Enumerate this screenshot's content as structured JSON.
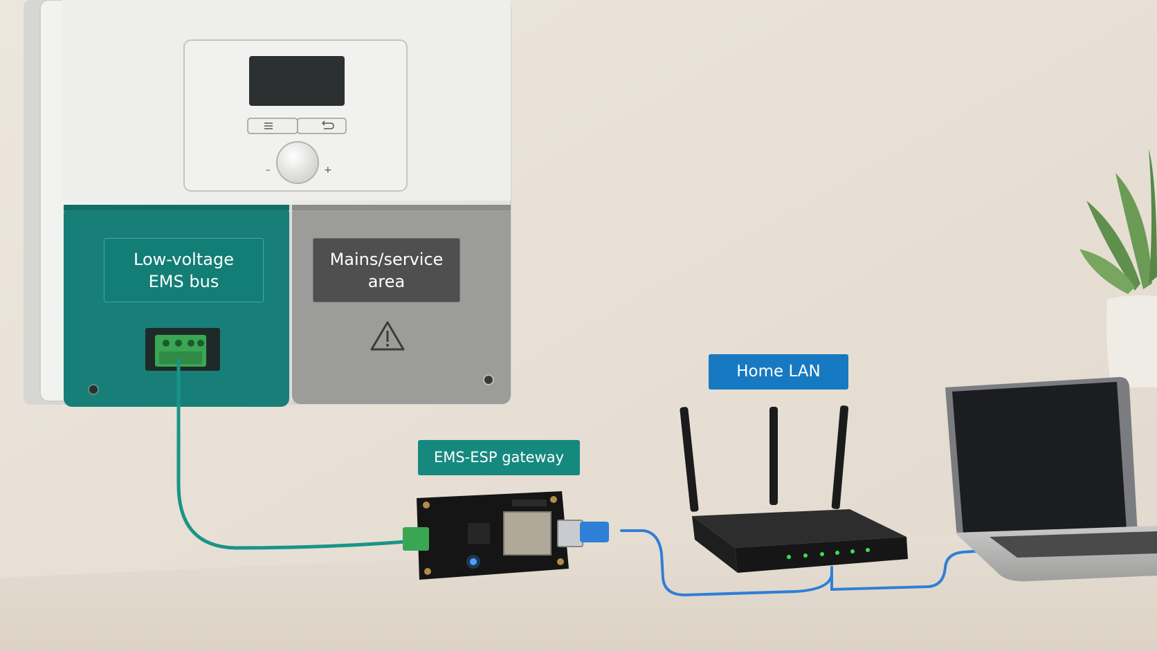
{
  "labels": {
    "ems_bus": "Low-voltage\nEMS bus",
    "mains_area": "Mains/service\narea",
    "home_lan": "Home LAN",
    "gateway": "EMS-ESP gateway"
  },
  "boiler_controls": {
    "display_value": "",
    "menu_icon": "menu-icon",
    "back_icon": "back-icon",
    "minus": "–",
    "plus": "+"
  },
  "icons": {
    "warning": "warning-triangle-icon"
  },
  "colors": {
    "wall": "#e9e1d7",
    "boiler_body": "#ededeb",
    "ems_panel": "#177f78",
    "mains_panel": "#9c9c9a",
    "ems_cable": "#1a9488",
    "lan_cable": "#2f7fd6",
    "router_led": "#35e34f",
    "gateway_led": "#4aa0ff"
  }
}
